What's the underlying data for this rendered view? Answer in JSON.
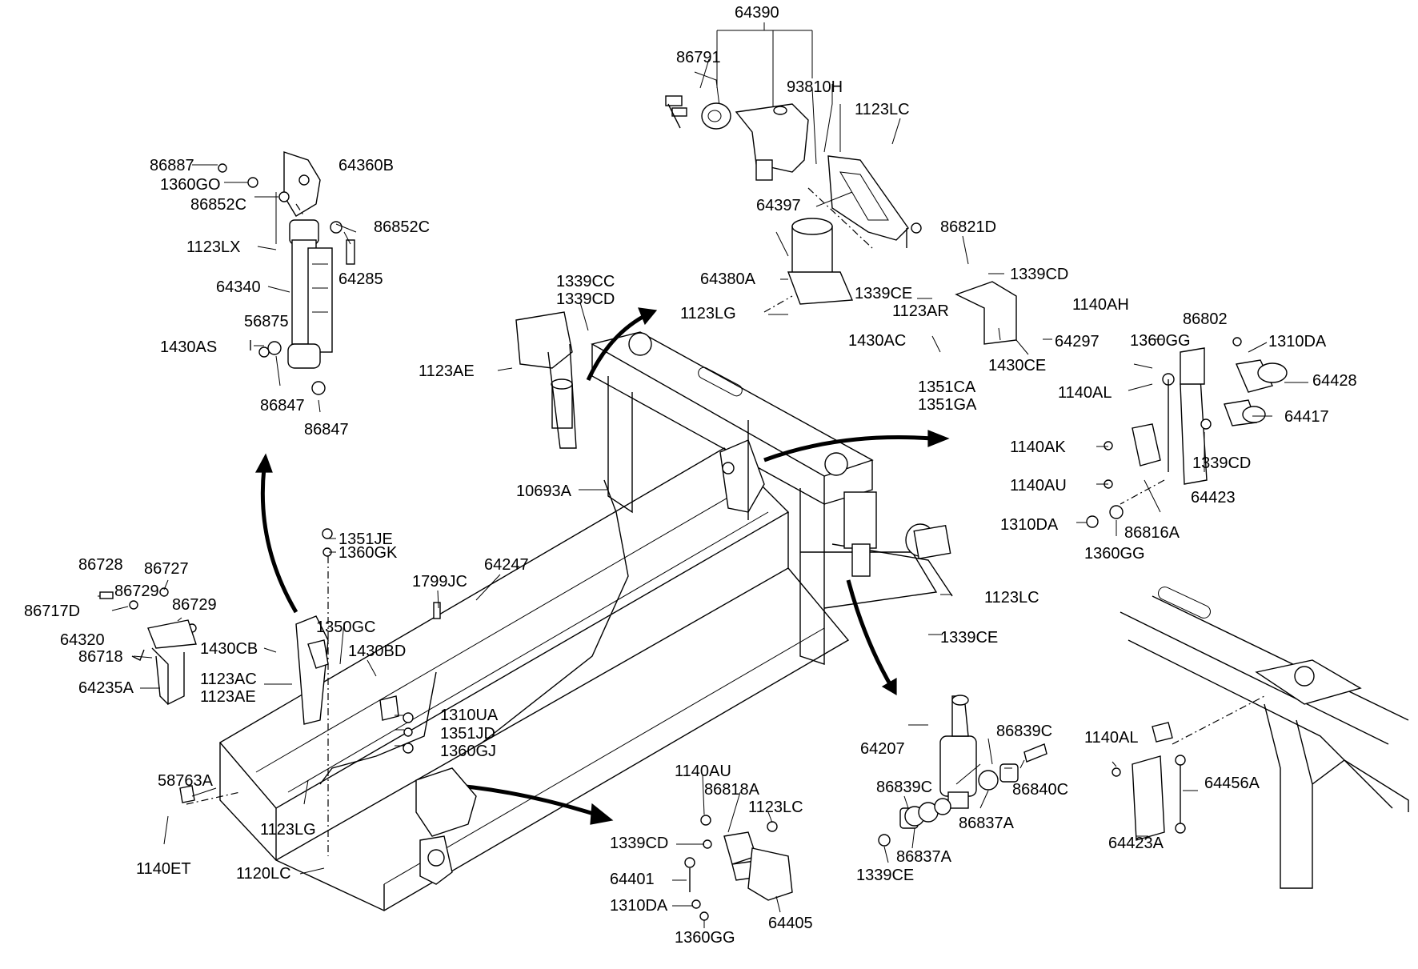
{
  "labels": {
    "l_64390": "64390",
    "l_86791": "86791",
    "l_93810H": "93810H",
    "l_1123LC_top": "1123LC",
    "l_64397": "64397",
    "l_86821D": "86821D",
    "l_1339CD_a": "1339CD",
    "l_64380A": "64380A",
    "l_1339CE_a": "1339CE",
    "l_1123AR": "1123AR",
    "l_1140AH": "1140AH",
    "l_1123LG_a": "1123LG",
    "l_1430AC": "1430AC",
    "l_1430CE": "1430CE",
    "l_64297": "64297",
    "l_1351CA": "1351CA",
    "l_1351GA": "1351GA",
    "l_86802": "86802",
    "l_1360GG_a": "1360GG",
    "l_1310DA_a": "1310DA",
    "l_64428": "64428",
    "l_1140AL_a": "1140AL",
    "l_64417": "64417",
    "l_1140AK": "1140AK",
    "l_1339CD_b": "1339CD",
    "l_1140AU_a": "1140AU",
    "l_64423": "64423",
    "l_1310DA_b": "1310DA",
    "l_86816A": "86816A",
    "l_1360GG_b": "1360GG",
    "l_1339CC": "1339CC",
    "l_1339CD_c": "1339CD",
    "l_1123AE_a": "1123AE",
    "l_10693A": "10693A",
    "l_86887": "86887",
    "l_64360B": "64360B",
    "l_1360GO": "1360GO",
    "l_86852C_a": "86852C",
    "l_86852C_b": "86852C",
    "l_1123LX": "1123LX",
    "l_64285": "64285",
    "l_64340": "64340",
    "l_56875": "56875",
    "l_1430AS": "1430AS",
    "l_86847_a": "86847",
    "l_86847_b": "86847",
    "l_1351JE": "1351JE",
    "l_1360GK": "1360GK",
    "l_64247": "64247",
    "l_1799JC": "1799JC",
    "l_86728": "86728",
    "l_86727": "86727",
    "l_86729_a": "86729",
    "l_86717D": "86717D",
    "l_86729_b": "86729",
    "l_64320": "64320",
    "l_1350GC": "1350GC",
    "l_1430CB": "1430CB",
    "l_1430BD": "1430BD",
    "l_86718": "86718",
    "l_1123AC": "1123AC",
    "l_1123AE_b": "1123AE",
    "l_64235A": "64235A",
    "l_1310UA": "1310UA",
    "l_1351JD": "1351JD",
    "l_1360GJ": "1360GJ",
    "l_1123LC_b": "1123LC",
    "l_1339CE_b": "1339CE",
    "l_58763A": "58763A",
    "l_1123LG_b": "1123LG",
    "l_1140ET": "1140ET",
    "l_1120LC": "1120LC",
    "l_1140AU_b": "1140AU",
    "l_86818A": "86818A",
    "l_1123LC_c": "1123LC",
    "l_1339CD_d": "1339CD",
    "l_64401": "64401",
    "l_1310DA_c": "1310DA",
    "l_1360GG_c": "1360GG",
    "l_64405": "64405",
    "l_64207": "64207",
    "l_86839C_a": "86839C",
    "l_86839C_b": "86839C",
    "l_86840C": "86840C",
    "l_86837A_a": "86837A",
    "l_86837A_b": "86837A",
    "l_1339CE_c": "1339CE",
    "l_1140AL_b": "1140AL",
    "l_64456A": "64456A",
    "l_64423A": "64423A"
  }
}
